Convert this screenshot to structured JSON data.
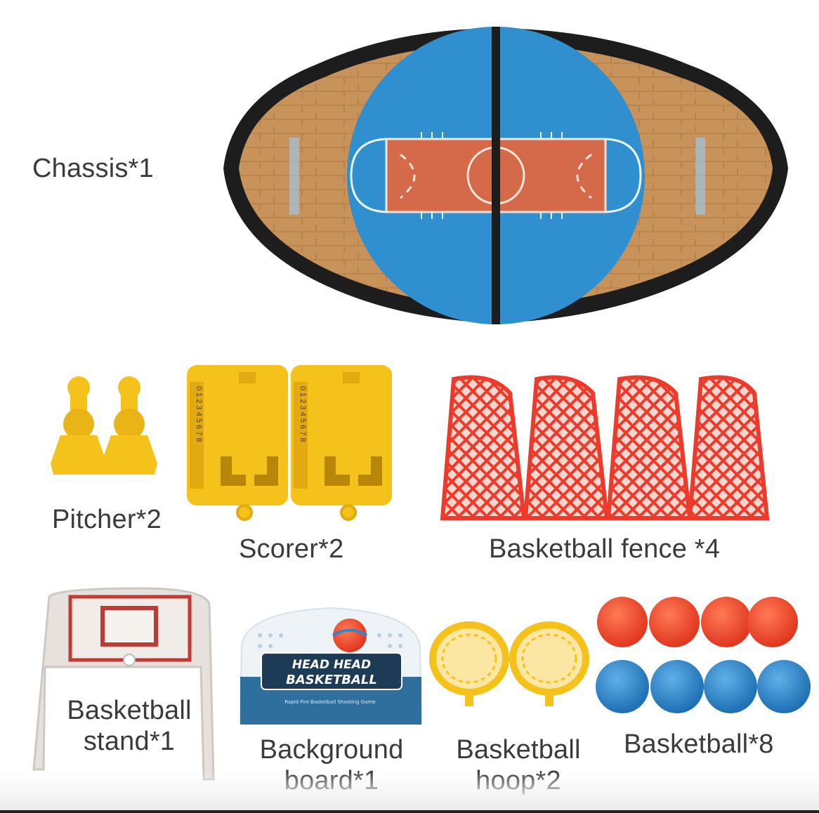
{
  "labels": {
    "chassis": "Chassis*1",
    "pitcher": "Pitcher*2",
    "scorer": "Scorer*2",
    "fence": "Basketball fence *4",
    "stand_1": "Basketball",
    "stand_2": "stand*1",
    "board_1": "Background",
    "board_2": "board*1",
    "hoop_1": "Basketball",
    "hoop_2": "hoop*2",
    "balls": "Basketball*8"
  },
  "board_text": {
    "line1": "HEAD HEAD",
    "line2": "BASKETBALL",
    "tagline": "Rapid Fire Basketball Shooting Game"
  },
  "scorer_numbers": "0 1 2 3 4 5 6 7 8",
  "colors": {
    "wood": "#c8935a",
    "court_blue": "#2f8fcf",
    "court_orange": "#d46a4a",
    "frame": "#1d1d1d",
    "yellow": "#f5c21b",
    "fence_red": "#ee3a2a",
    "ball_red": "#f0452c",
    "ball_blue": "#2e86cc"
  }
}
